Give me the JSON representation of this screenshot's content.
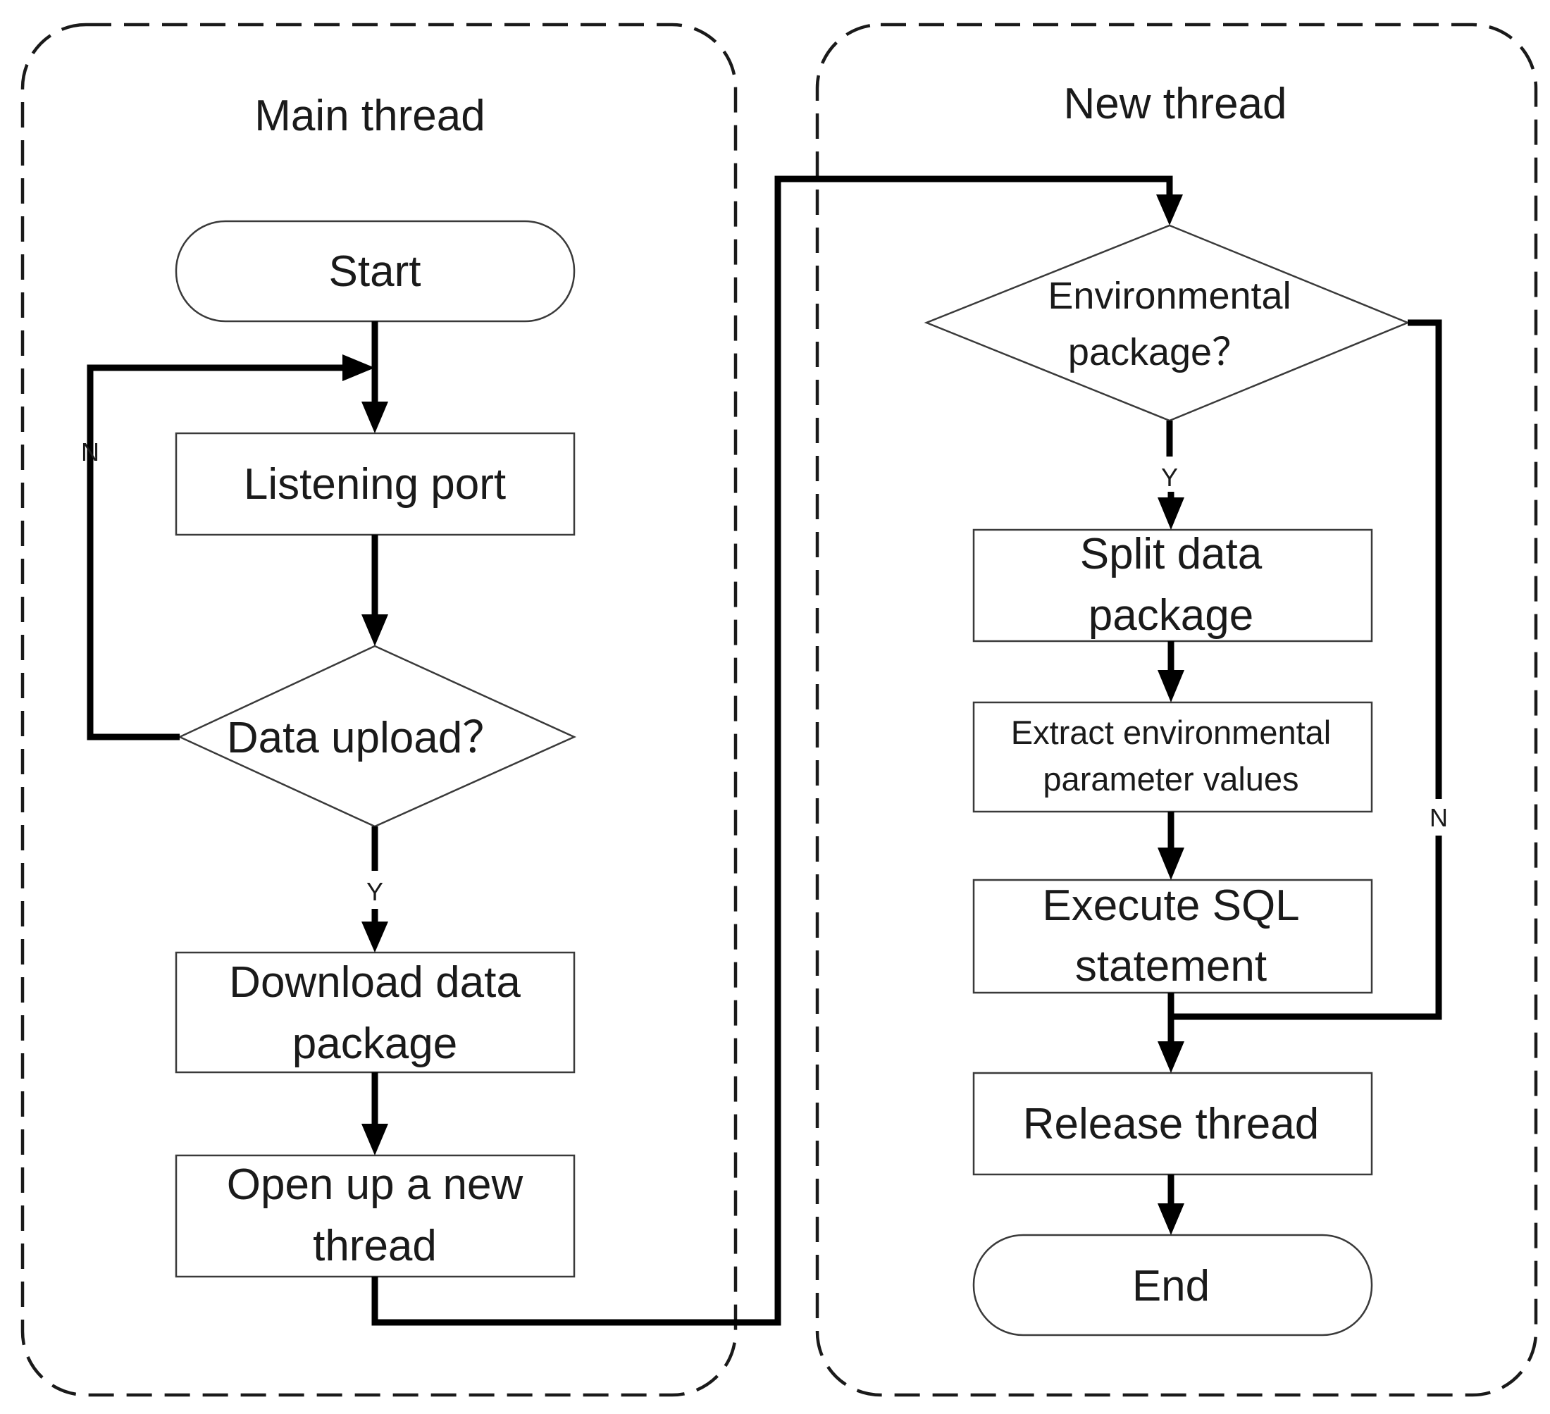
{
  "lanes": {
    "main": {
      "title": "Main thread"
    },
    "new": {
      "title": "New thread"
    }
  },
  "nodes": {
    "start": "Start",
    "listening_port": "Listening port",
    "data_upload": "Data upload？",
    "download_package": [
      "Download data",
      "package"
    ],
    "open_thread": [
      "Open up a new",
      "thread"
    ],
    "environmental_package": [
      "Environmental",
      "package？"
    ],
    "split_package": [
      "Split data",
      "package"
    ],
    "extract_values": [
      "Extract environmental",
      "parameter values"
    ],
    "execute_sql": [
      "Execute SQL",
      "statement"
    ],
    "release_thread": "Release thread",
    "end": "End"
  },
  "branch_labels": {
    "upload_no": "N",
    "upload_yes": "Y",
    "env_yes": "Y",
    "env_no": "N"
  }
}
